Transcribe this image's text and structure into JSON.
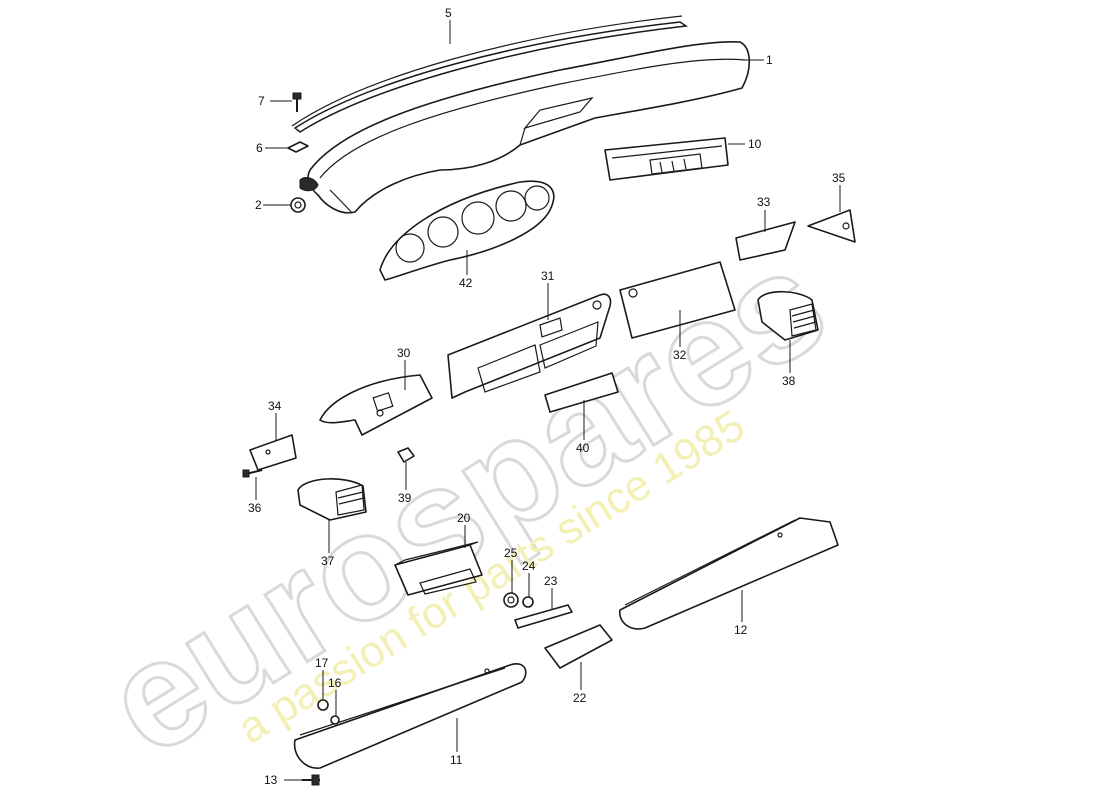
{
  "watermark": {
    "brand": "eurospares",
    "tagline": "a passion for parts since 1985",
    "brand_color": "#d9d9d9",
    "tagline_color": "#f2f0b4"
  },
  "callouts": {
    "c1": "1",
    "c2": "2",
    "c5": "5",
    "c6": "6",
    "c7": "7",
    "c10": "10",
    "c11": "11",
    "c12": "12",
    "c13": "13",
    "c16": "16",
    "c17": "17",
    "c20": "20",
    "c22": "22",
    "c23": "23",
    "c24": "24",
    "c25": "25",
    "c30": "30",
    "c31": "31",
    "c32": "32",
    "c33": "33",
    "c34": "34",
    "c35": "35",
    "c36": "36",
    "c37": "37",
    "c38": "38",
    "c39": "39",
    "c40": "40",
    "c42": "42"
  }
}
